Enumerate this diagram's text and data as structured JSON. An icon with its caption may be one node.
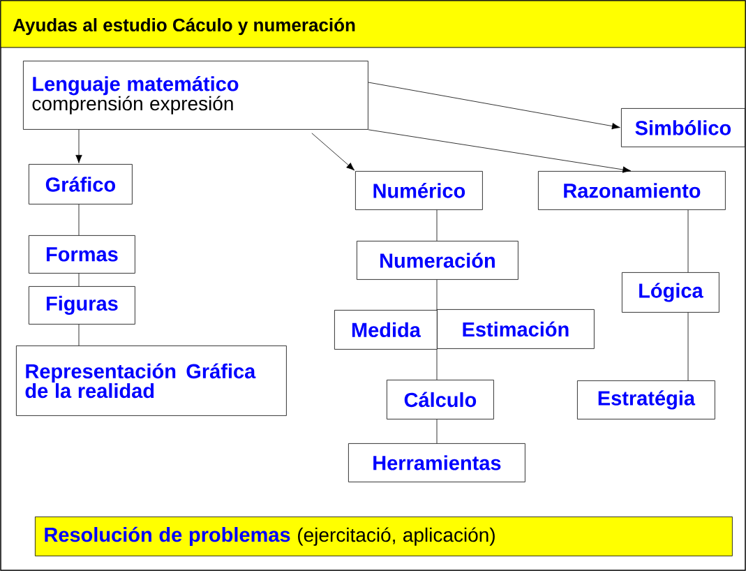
{
  "diagram": {
    "title": "Ayudas al estudio Cáculo y numeración",
    "nodes": [
      {
        "text": [
          "Lenguaje matemático",
          "comprensión expresión"
        ]
      },
      {
        "text": [
          "Simbólico"
        ]
      },
      {
        "text": [
          "Gráfico"
        ]
      },
      {
        "text": [
          "Numérico"
        ]
      },
      {
        "text": [
          "Razonamiento"
        ]
      },
      {
        "text": [
          "Formas"
        ]
      },
      {
        "text": [
          "Figuras"
        ]
      },
      {
        "text": [
          "Representación Gráfica de la realidad"
        ]
      },
      {
        "text": [
          "Numeración"
        ]
      },
      {
        "text": [
          "Medida"
        ]
      },
      {
        "text": [
          "Estimación"
        ]
      },
      {
        "text": [
          "Lógica"
        ]
      },
      {
        "text": [
          "Cálculo"
        ]
      },
      {
        "text": [
          "Estratégia"
        ]
      },
      {
        "text": [
          "Herramientas"
        ]
      },
      {
        "text": [
          "Resolución de problemas",
          "(ejercitació, aplicación)"
        ]
      }
    ],
    "edges": [
      {
        "from": 0,
        "to": 1,
        "arrow": "to"
      },
      {
        "from": 0,
        "to": 2,
        "arrow": "to"
      },
      {
        "from": 0,
        "to": 3,
        "arrow": "to"
      },
      {
        "from": 0,
        "to": 4,
        "arrow": "to"
      },
      {
        "from": 2,
        "to": 5,
        "arrow": "none"
      },
      {
        "from": 5,
        "to": 6,
        "arrow": "none"
      },
      {
        "from": 6,
        "to": 7,
        "arrow": "none"
      },
      {
        "from": 3,
        "to": 8,
        "arrow": "none"
      },
      {
        "from": 8,
        "to": 9,
        "arrow": "none"
      },
      {
        "from": 9,
        "to": 12,
        "arrow": "none"
      },
      {
        "from": 12,
        "to": 14,
        "arrow": "none"
      },
      {
        "from": 4,
        "to": 11,
        "arrow": "none"
      },
      {
        "from": 11,
        "to": 13,
        "arrow": "none"
      }
    ]
  }
}
